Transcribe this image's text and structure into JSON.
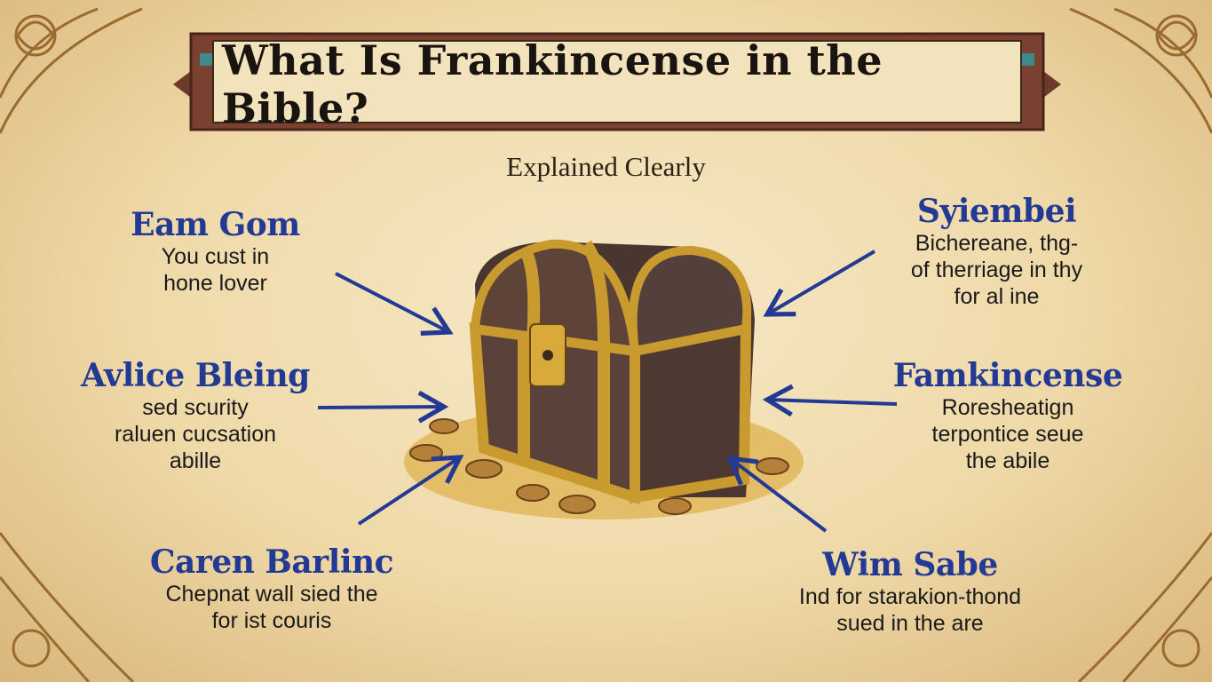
{
  "title": "What Is Frankincense in the Bible?",
  "subtitle": "Explained Clearly",
  "colors": {
    "heading": "#233a94",
    "arrow": "#233a94",
    "parchment": "#f3e3bd",
    "banner_frame": "#6b3a2a",
    "gold": "#c99a2e"
  },
  "center_image": "treasure-chest",
  "callouts": [
    {
      "heading": "Eam Gom",
      "lines": [
        "You cust in",
        "hone lover"
      ]
    },
    {
      "heading": "Avlice Bleing",
      "lines": [
        "sed scurity",
        "raluen cucsation",
        "abille"
      ]
    },
    {
      "heading": "Caren Barlinc",
      "lines": [
        "Chepnat wall sied the",
        "for ist couris"
      ]
    },
    {
      "heading": "Syiembei",
      "lines": [
        "Bichereane, thg-",
        "of therriage in thy",
        "for al ine"
      ]
    },
    {
      "heading": "Famkincense",
      "lines": [
        "Roresheatign",
        "terpontice seue",
        "the abile"
      ]
    },
    {
      "heading": "Wim Sabe",
      "lines": [
        "Ind for starakion-thond",
        "sued in the are"
      ]
    }
  ]
}
